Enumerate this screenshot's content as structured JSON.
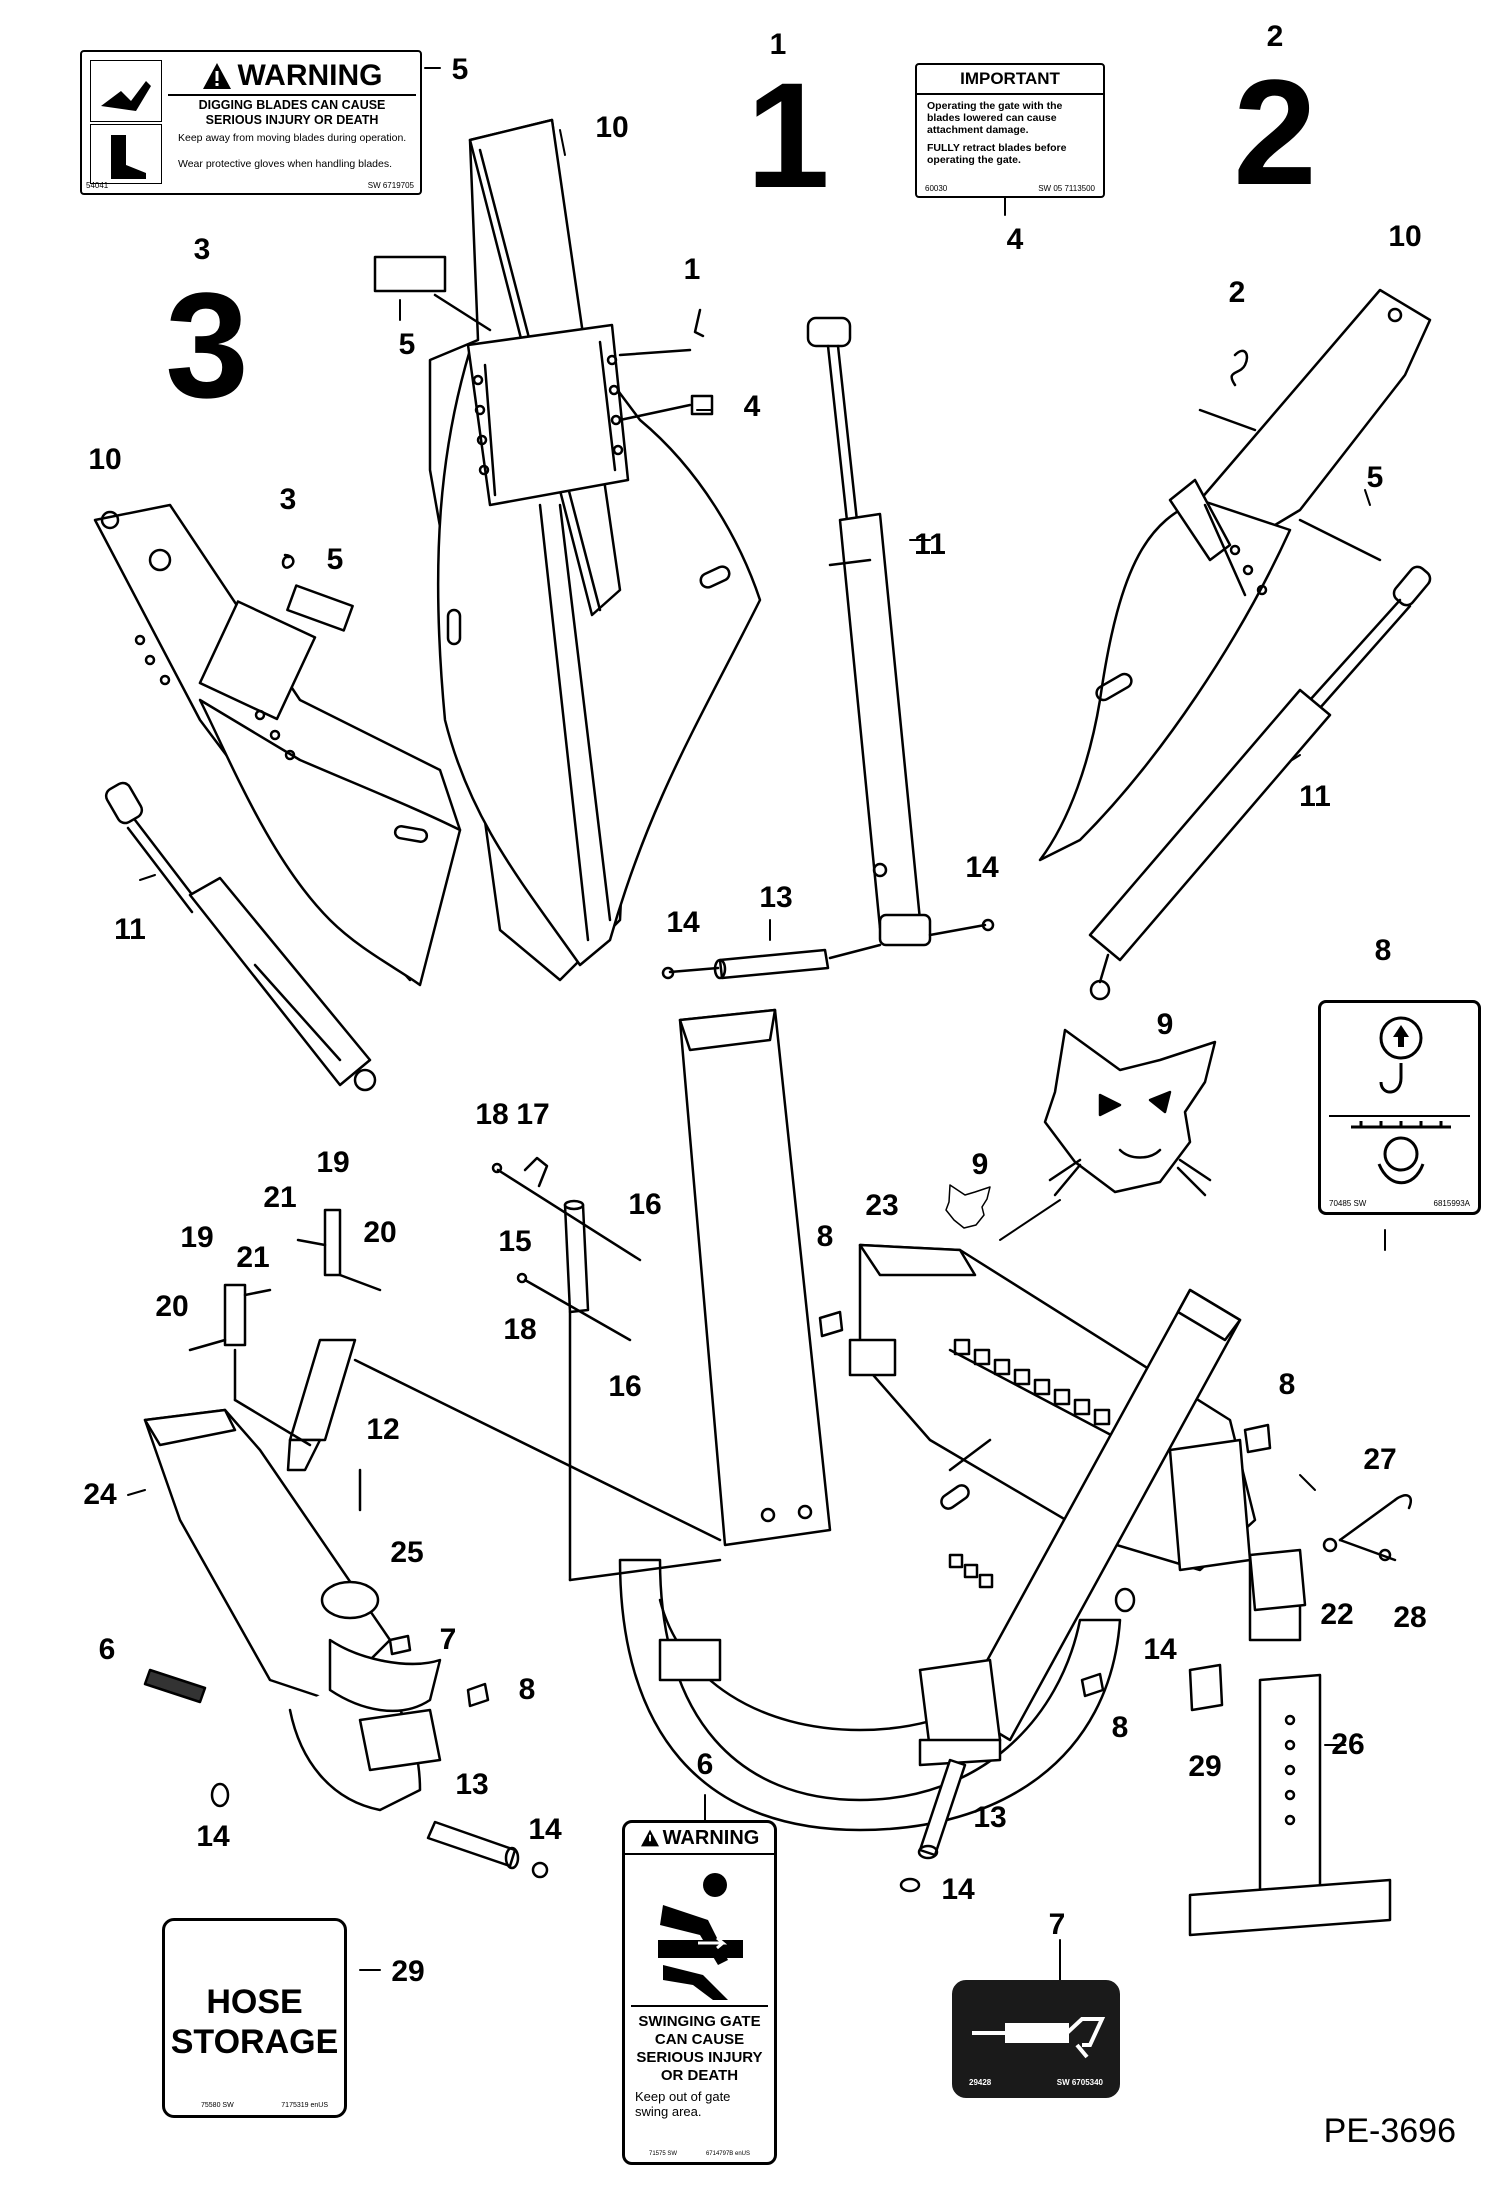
{
  "diagram_id": "PE-3696",
  "colors": {
    "ink": "#000000",
    "paper": "#ffffff",
    "decal_dark": "#1a1a1a"
  },
  "big_labels": [
    "1",
    "2",
    "3"
  ],
  "callouts": {
    "c1_top": "1",
    "c2_top": "2",
    "c3_top": "3",
    "c5_warn": "5",
    "c4_imp": "4",
    "c10_a": "10",
    "c5_a": "5",
    "c1_a": "1",
    "c4_a": "4",
    "c10_b": "10",
    "c2_b": "2",
    "c5_b": "5",
    "c11_b": "11",
    "c10_c": "10",
    "c3_c": "3",
    "c5_c": "5",
    "c11_c": "11",
    "c11_d": "11",
    "c14_a": "14",
    "c13_a": "13",
    "c14_b": "14",
    "c8_decal": "8",
    "c9_logo": "9",
    "c18_a": "18",
    "c17": "17",
    "c16_a": "16",
    "c15": "15",
    "c18_b": "18",
    "c16_b": "16",
    "c19_a": "19",
    "c21_a": "21",
    "c20_a": "20",
    "c19_b": "19",
    "c21_b": "21",
    "c20_b": "20",
    "c12": "12",
    "c9_small": "9",
    "c23": "23",
    "c8_a": "8",
    "c8_b": "8",
    "c27": "27",
    "c24": "24",
    "c25": "25",
    "c7_a": "7",
    "c6_a": "6",
    "c8_c": "8",
    "c22": "22",
    "c28": "28",
    "c14_c": "14",
    "c8_d": "8",
    "c29_a": "29",
    "c26": "26",
    "c14_d": "14",
    "c13_b": "13",
    "c14_e": "14",
    "c6_decal": "6",
    "c13_c": "13",
    "c14_f": "14",
    "c29_decal": "29",
    "c7_decal": "7"
  },
  "decals": {
    "warning_5": {
      "title": "WARNING",
      "line1": "DIGGING BLADES CAN CAUSE",
      "line2": "SERIOUS INJURY OR DEATH",
      "bullet1": "Keep away from moving blades during operation.",
      "bullet2": "Wear protective gloves when handling blades.",
      "code_left": "54041",
      "code_right": "SW 6719705"
    },
    "important_4": {
      "title": "IMPORTANT",
      "text1": "Operating the gate with the blades lowered can cause attachment damage.",
      "text2": "FULLY retract blades before operating the gate.",
      "code_left": "60030",
      "code_right": "SW 05 7113500"
    },
    "lift_8": {
      "code_left": "70485 SW",
      "code_right": "6815993A"
    },
    "warning_6": {
      "title": "WARNING",
      "line1": "SWINGING GATE",
      "line2": "CAN CAUSE",
      "line3": "SERIOUS INJURY",
      "line4": "OR DEATH",
      "text": "Keep out of gate swing area.",
      "code_left": "71575 SW",
      "code_right": "6714797B enUS"
    },
    "hose_29": {
      "line1": "HOSE",
      "line2": "STORAGE",
      "code_left": "75580 SW",
      "code_right": "7175319 enUS"
    },
    "decal_7": {
      "code_left": "29428",
      "code_right": "SW 6705340"
    }
  },
  "icons": [
    "hand-blade-icon",
    "boot-icon",
    "warning-triangle-icon",
    "lift-point-icon",
    "tiedown-icon",
    "crush-icon",
    "grease-gun-icon",
    "bobcat-logo-icon"
  ]
}
